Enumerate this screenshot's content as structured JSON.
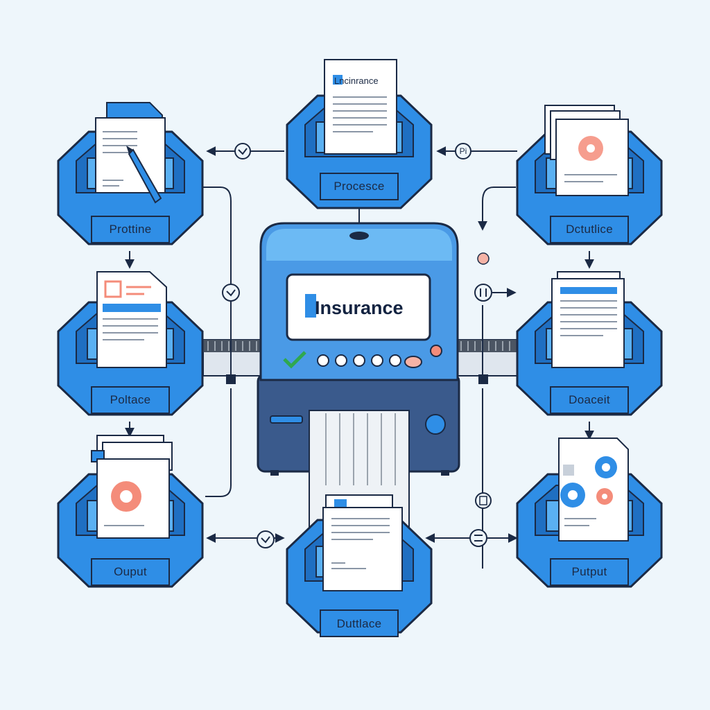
{
  "colors": {
    "background": "#eef6fb",
    "tray_blue": "#2f8ee6",
    "tray_light": "#58b3f5",
    "outline": "#1b2a45",
    "machine_body": "#4a90e2",
    "machine_base": "#3a5a8c",
    "accent_salmon": "#f48c7a",
    "check_green": "#2fa84f"
  },
  "machine": {
    "screen_text": "Insurance"
  },
  "top_document": {
    "title": "Lncinrance"
  },
  "nodes": {
    "top_center": {
      "label": "Procesce"
    },
    "top_left": {
      "label": "Prottine"
    },
    "top_right": {
      "label": "Dctutlice"
    },
    "mid_left": {
      "label": "Poltace"
    },
    "mid_right": {
      "label": "Doaceit"
    },
    "bottom_left": {
      "label": "Ouput"
    },
    "bottom_center": {
      "label": "Duttlace"
    },
    "bottom_right": {
      "label": "Putput"
    }
  },
  "connector_badges": {
    "top_right_badge": "Pi"
  }
}
